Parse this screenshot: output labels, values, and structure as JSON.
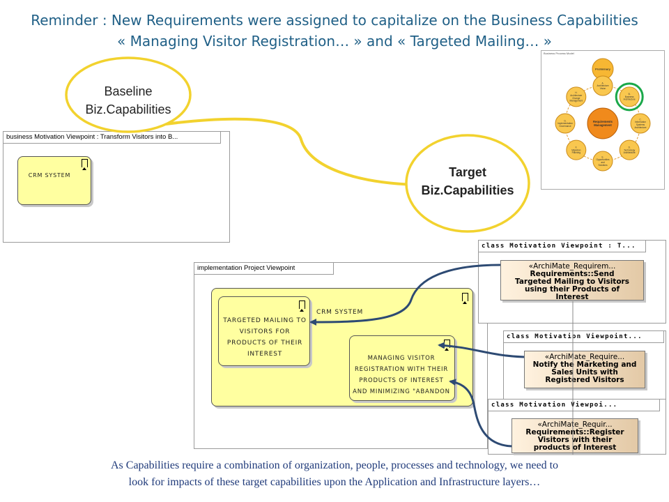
{
  "title": {
    "line1": "Reminder : New Requirements were assigned to capitalize on the Business Capabilities",
    "line2": "« Managing Visitor Registration… » and « Targeted Mailing… »"
  },
  "baseline": {
    "line1": "Baseline",
    "line2": "Biz.Capabilities"
  },
  "target": {
    "line1": "Target",
    "line2": "Biz.Capabilities"
  },
  "business_frame": {
    "tab": "business Motivation Viewpoint : Transform Visitors into B...",
    "crm_label": "CRM SYSTEM"
  },
  "impl_frame": {
    "tab": "implementation Project Viewpoint",
    "crm_label": "CRM SYSTEM",
    "targeted": [
      "TARGETED MAILING TO",
      "VISITORS FOR",
      "PRODUCTS OF THEIR",
      "INTEREST"
    ],
    "managing": [
      "MANAGING VISITOR",
      "REGISTRATION WITH THEIR",
      "PRODUCTS OF INTEREST",
      "AND MINIMIZING \"ABANDON"
    ]
  },
  "class_frames": [
    {
      "tab": "class Motivation Viewpoint : T...",
      "req": [
        "«ArchiMate_Requirem...",
        "Requirements::Send",
        "Targeted Mailing to Visitors",
        "using their Products of",
        "Interest"
      ]
    },
    {
      "tab": "class Motivation Viewpoint...",
      "req": [
        "«ArchiMate_Require...",
        "Notify  the Marketing and",
        "Sales Units with",
        "Registered Visitors"
      ]
    },
    {
      "tab": "class Motivation Viewpoi...",
      "req": [
        "«ArchiMate_Requir...",
        "Requirements::Register",
        "Visitors with their",
        "products of Interest"
      ]
    }
  ],
  "togaf_wheel": {
    "header": "Business Process Model",
    "center": [
      "Requirements",
      "Management"
    ],
    "phases": [
      [
        "Preliminary"
      ],
      [
        "A.",
        "Architecture",
        "Vision"
      ],
      [
        "B.",
        "Business",
        "Architecture"
      ],
      [
        "C.",
        "Information",
        "Systems",
        "Architecture"
      ],
      [
        "D.",
        "Technology",
        "Architecture"
      ],
      [
        "E.",
        "Opportunities",
        "and",
        "Solutions"
      ],
      [
        "F.",
        "Migration",
        "Planning"
      ],
      [
        "G.",
        "Implementation",
        "Governance"
      ],
      [
        "H.",
        "Architecture",
        "Change",
        "Management"
      ]
    ]
  },
  "footer": {
    "line1": "As Capabilities require a combination of organization, people, processes and technology, we need to",
    "line2": "look for impacts of these target capabilities  upon the Application and Infrastructure layers…"
  },
  "colors": {
    "title": "#1f5f86",
    "ellipse_stroke": "#f2d22e",
    "capability_fill": "#ffffa0",
    "arrow": "#2d4a73",
    "highlight_circle": "#1aa84a",
    "wheel_orange": "#f5a623",
    "footer": "#1f3a7a"
  }
}
